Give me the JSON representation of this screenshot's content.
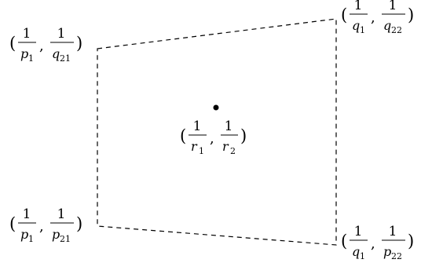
{
  "points": {
    "top_left": {
      "open": "(",
      "num_a": "1",
      "den_a": "p",
      "sub_a": "1",
      "sep": ",",
      "num_b": "1",
      "den_b": "q",
      "sub_b": "21",
      "close": ")"
    },
    "top_right": {
      "open": "(",
      "num_a": "1",
      "den_a": "q",
      "sub_a": "1",
      "sep": ",",
      "num_b": "1",
      "den_b": "q",
      "sub_b": "22",
      "close": ")"
    },
    "bottom_left": {
      "open": "(",
      "num_a": "1",
      "den_a": "p",
      "sub_a": "1",
      "sep": ",",
      "num_b": "1",
      "den_b": "p",
      "sub_b": "21",
      "close": ")"
    },
    "bottom_right": {
      "open": "(",
      "num_a": "1",
      "den_a": "q",
      "sub_a": "1",
      "sep": ",",
      "num_b": "1",
      "den_b": "p",
      "sub_b": "22",
      "close": ")"
    },
    "center": {
      "open": "(",
      "num_a": "1",
      "den_a": "r",
      "sub_a": "1",
      "sep": ",",
      "num_b": "1",
      "den_b": "r",
      "sub_b": "2",
      "close": ")"
    }
  },
  "colors": {
    "stroke": "#000000",
    "background": "#ffffff"
  }
}
